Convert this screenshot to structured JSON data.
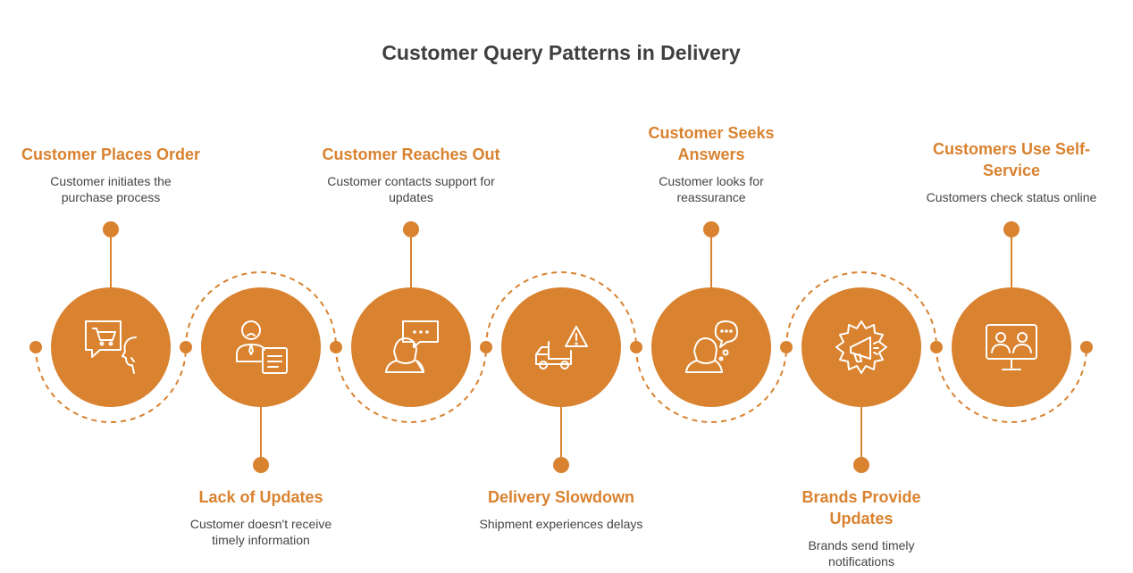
{
  "title": "Customer Query Patterns in Delivery",
  "colors": {
    "accent": "#d9822f",
    "icon": "#ffffff",
    "heading": "#3f3f3f",
    "text": "#444444"
  },
  "steps": [
    {
      "heading": "Customer Places Order",
      "description": "Customer initiates the purchase process",
      "icon": "shopping-cart-speech-icon"
    },
    {
      "heading": "Lack of Updates",
      "description": "Customer doesn't receive timely information",
      "icon": "person-document-icon"
    },
    {
      "heading": "Customer Reaches Out",
      "description": "Customer contacts support for updates",
      "icon": "person-chat-icon"
    },
    {
      "heading": "Delivery Slowdown",
      "description": "Shipment experiences delays",
      "icon": "truck-warning-icon"
    },
    {
      "heading": "Customer Seeks Answers",
      "description": "Customer looks for reassurance",
      "icon": "person-thinking-icon"
    },
    {
      "heading": "Brands Provide Updates",
      "description": "Brands send timely notifications",
      "icon": "megaphone-gear-icon"
    },
    {
      "heading": "Customers Use Self-Service",
      "description": "Customers check status online",
      "icon": "monitor-users-icon"
    }
  ]
}
